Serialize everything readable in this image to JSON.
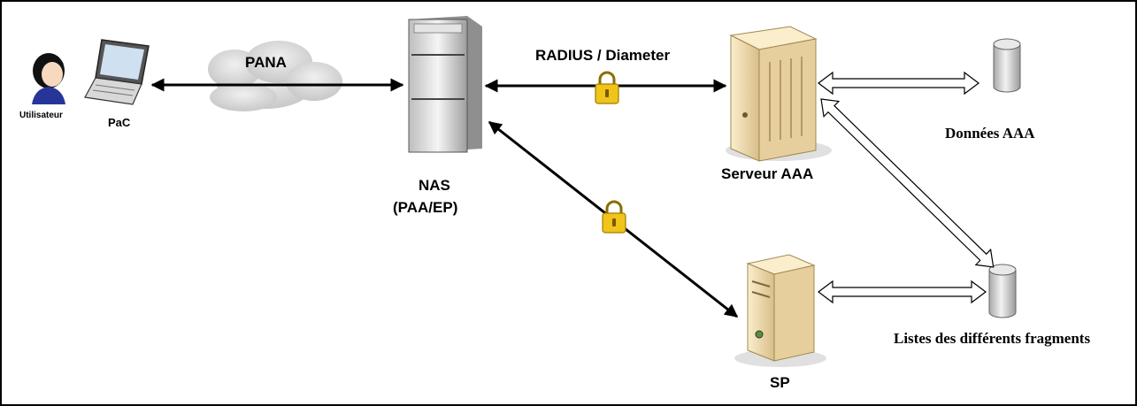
{
  "labels": {
    "user": "Utilisateur",
    "pac": "PaC",
    "pana": "PANA",
    "nas_line1": "NAS",
    "nas_line2": "(PAA/EP)",
    "radius": "RADIUS / Diameter",
    "aaa_server": "Serveur AAA",
    "aaa_data": "Données AAA",
    "fragments": "Listes des différents fragments",
    "sp": "SP"
  },
  "icons": {
    "user": "user-icon",
    "pac": "laptop-icon",
    "cloud": "cloud-icon",
    "nas": "nas-server-icon",
    "aaa": "aaa-server-icon",
    "sp": "sp-server-icon",
    "db_aaa": "database-icon",
    "db_fragments": "database-icon",
    "lock": "padlock-icon"
  },
  "colors": {
    "border": "#000000",
    "arrow": "#000000",
    "cloud": "#d9d9d9",
    "server_body": "#f2e0b8",
    "server_side": "#c9b07e",
    "nas_body": "#e6e6e6",
    "lock": "#f0c419",
    "db": "#cfcfcf"
  }
}
